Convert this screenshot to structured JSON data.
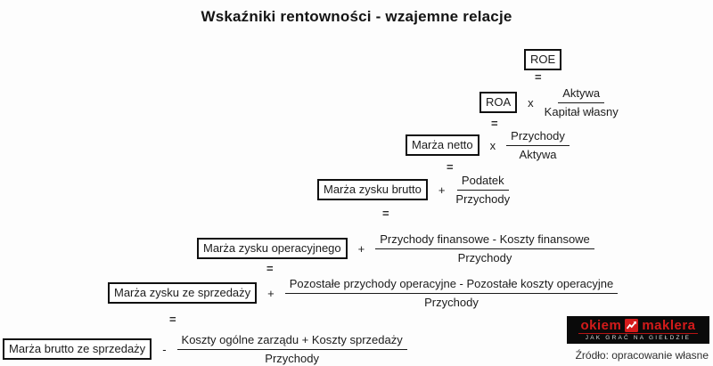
{
  "title": "Wskaźniki rentowności - wzajemne relacje",
  "equations": {
    "equals_sign": "=",
    "roe_label": "ROE",
    "rows": [
      {
        "box": "ROA",
        "op": "x",
        "num": "Aktywa",
        "den": "Kapitał własny"
      },
      {
        "box": "Marża netto",
        "op": "x",
        "num": "Przychody",
        "den": "Aktywa"
      },
      {
        "box": "Marża zysku brutto",
        "op": "+",
        "num": "Podatek",
        "den": "Przychody"
      },
      {
        "box": "Marża zysku operacyjnego",
        "op": "+",
        "num": "Przychody finansowe - Koszty finansowe",
        "den": "Przychody"
      },
      {
        "box": "Marża zysku ze sprzedaży",
        "op": "+",
        "num": "Pozostałe przychody operacyjne - Pozostałe koszty operacyjne",
        "den": "Przychody"
      },
      {
        "box": "Marża brutto ze sprzedaży",
        "op": "-",
        "num": "Koszty ogólne zarządu + Koszty sprzedaży",
        "den": "Przychody"
      }
    ]
  },
  "logo": {
    "part1": "okiem",
    "part2": "maklera",
    "tagline": "JAK GRAĆ NA GIEŁDZIE",
    "icon": "chart-up-icon",
    "colors": {
      "red": "#d41b1b",
      "black": "#0a0a0a",
      "tagline_text": "#dcdcdc"
    }
  },
  "source": "Źródło: opracowanie własne"
}
